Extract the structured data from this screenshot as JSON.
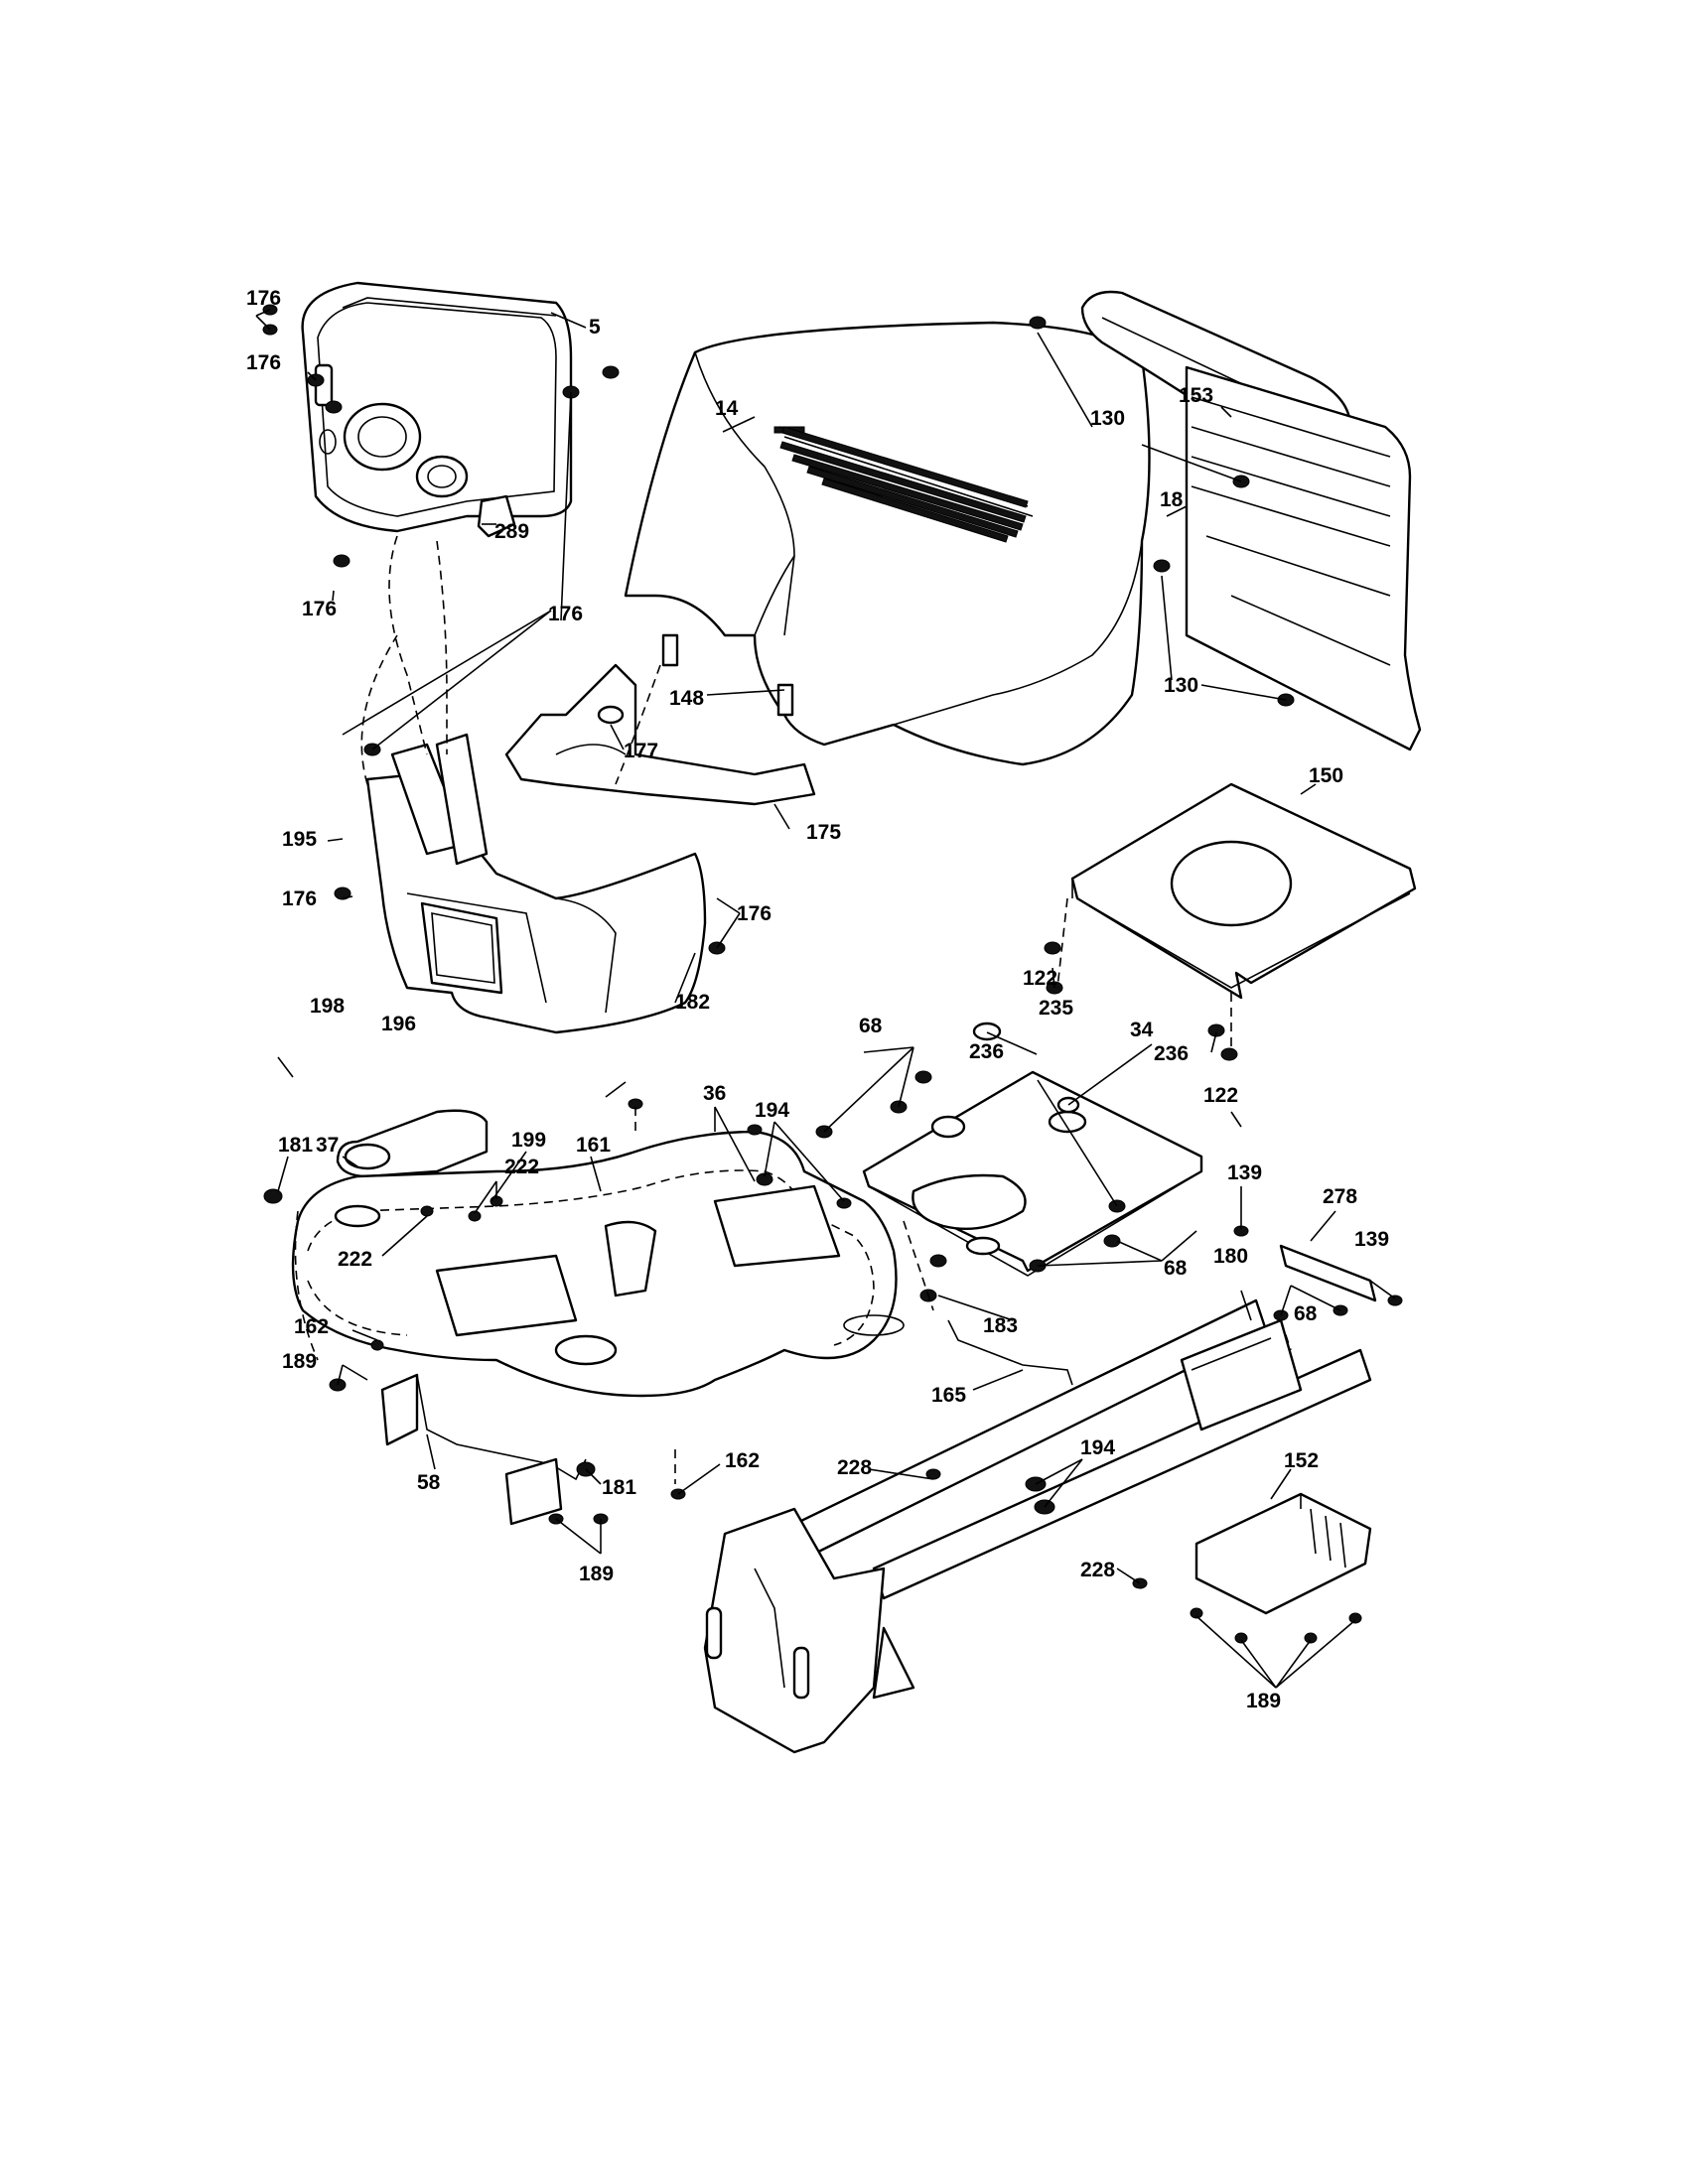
{
  "callouts": [
    {
      "id": "c176a",
      "text": "176"
    },
    {
      "id": "c5",
      "text": "5"
    },
    {
      "id": "c14",
      "text": "14"
    },
    {
      "id": "c130a",
      "text": "130"
    },
    {
      "id": "c153",
      "text": "153"
    },
    {
      "id": "c176b",
      "text": "176"
    },
    {
      "id": "c18",
      "text": "18"
    },
    {
      "id": "c289",
      "text": "289"
    },
    {
      "id": "c176c",
      "text": "176"
    },
    {
      "id": "c176d",
      "text": "176"
    },
    {
      "id": "c148",
      "text": "148"
    },
    {
      "id": "c130b",
      "text": "130"
    },
    {
      "id": "c177",
      "text": "177"
    },
    {
      "id": "c150",
      "text": "150"
    },
    {
      "id": "c175",
      "text": "175"
    },
    {
      "id": "c195",
      "text": "195"
    },
    {
      "id": "c176e",
      "text": "176"
    },
    {
      "id": "c176f",
      "text": "176"
    },
    {
      "id": "c122a",
      "text": "122"
    },
    {
      "id": "c182",
      "text": "182"
    },
    {
      "id": "c198",
      "text": "198"
    },
    {
      "id": "c196",
      "text": "196"
    },
    {
      "id": "c68a",
      "text": "68"
    },
    {
      "id": "c235",
      "text": "235"
    },
    {
      "id": "c34",
      "text": "34"
    },
    {
      "id": "c236a",
      "text": "236"
    },
    {
      "id": "c122b",
      "text": "122"
    },
    {
      "id": "c236b",
      "text": "236"
    },
    {
      "id": "c181a",
      "text": "181"
    },
    {
      "id": "c36",
      "text": "36"
    },
    {
      "id": "c194a",
      "text": "194"
    },
    {
      "id": "c37",
      "text": "37"
    },
    {
      "id": "c199",
      "text": "199"
    },
    {
      "id": "c161",
      "text": "161"
    },
    {
      "id": "c222a",
      "text": "222"
    },
    {
      "id": "c139a",
      "text": "139"
    },
    {
      "id": "c278",
      "text": "278"
    },
    {
      "id": "c139b",
      "text": "139"
    },
    {
      "id": "c222b",
      "text": "222"
    },
    {
      "id": "c68b",
      "text": "68"
    },
    {
      "id": "c180",
      "text": "180"
    },
    {
      "id": "c68c",
      "text": "68"
    },
    {
      "id": "c162a",
      "text": "162"
    },
    {
      "id": "c183",
      "text": "183"
    },
    {
      "id": "c189a",
      "text": "189"
    },
    {
      "id": "c165",
      "text": "165"
    },
    {
      "id": "c58",
      "text": "58"
    },
    {
      "id": "c181b",
      "text": "181"
    },
    {
      "id": "c162b",
      "text": "162"
    },
    {
      "id": "c228a",
      "text": "228"
    },
    {
      "id": "c194b",
      "text": "194"
    },
    {
      "id": "c152",
      "text": "152"
    },
    {
      "id": "c228b",
      "text": "228"
    },
    {
      "id": "c189b",
      "text": "189"
    },
    {
      "id": "c189c",
      "text": "189"
    }
  ]
}
